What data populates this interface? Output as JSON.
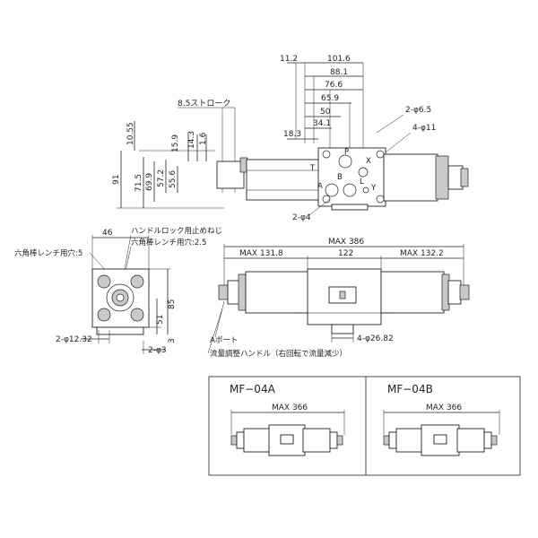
{
  "dims_top": [
    "11.2",
    "101.6",
    "88.1",
    "76.6",
    "65.9",
    "50",
    "34.1",
    "18.3",
    "8.5ストローク",
    "2-φ6.5",
    "4-φ11"
  ],
  "dims_vert": [
    "10.55",
    "15.9",
    "14.3",
    "1.6",
    "91",
    "71.5",
    "69.9",
    "57.2",
    "55.6"
  ],
  "ports": [
    "T",
    "P",
    "B",
    "A",
    "X",
    "Y",
    "L"
  ],
  "dim_phi4": "2-φ4",
  "side": {
    "width": "46",
    "hex5": "六角棒レンチ用穴:5",
    "lock_screw": "ハンドルロック用止めねじ",
    "hex25": "六角棒レンチ用穴:2.5",
    "h85": "85",
    "h51": "51",
    "h3": "3",
    "phi12": "2-φ12.32",
    "phi3": "2-φ3"
  },
  "front": {
    "max386": "MAX 386",
    "max1318": "MAX 131.8",
    "w122": "122",
    "max1322": "MAX 132.2",
    "port_a": "Aポート",
    "handle": "流量調整ハンドル（右回転で流量減少）",
    "phi2682": "4-φ26.82"
  },
  "variants": [
    {
      "title": "MF−04A",
      "max": "MAX 366"
    },
    {
      "title": "MF−04B",
      "max": "MAX 366"
    }
  ]
}
